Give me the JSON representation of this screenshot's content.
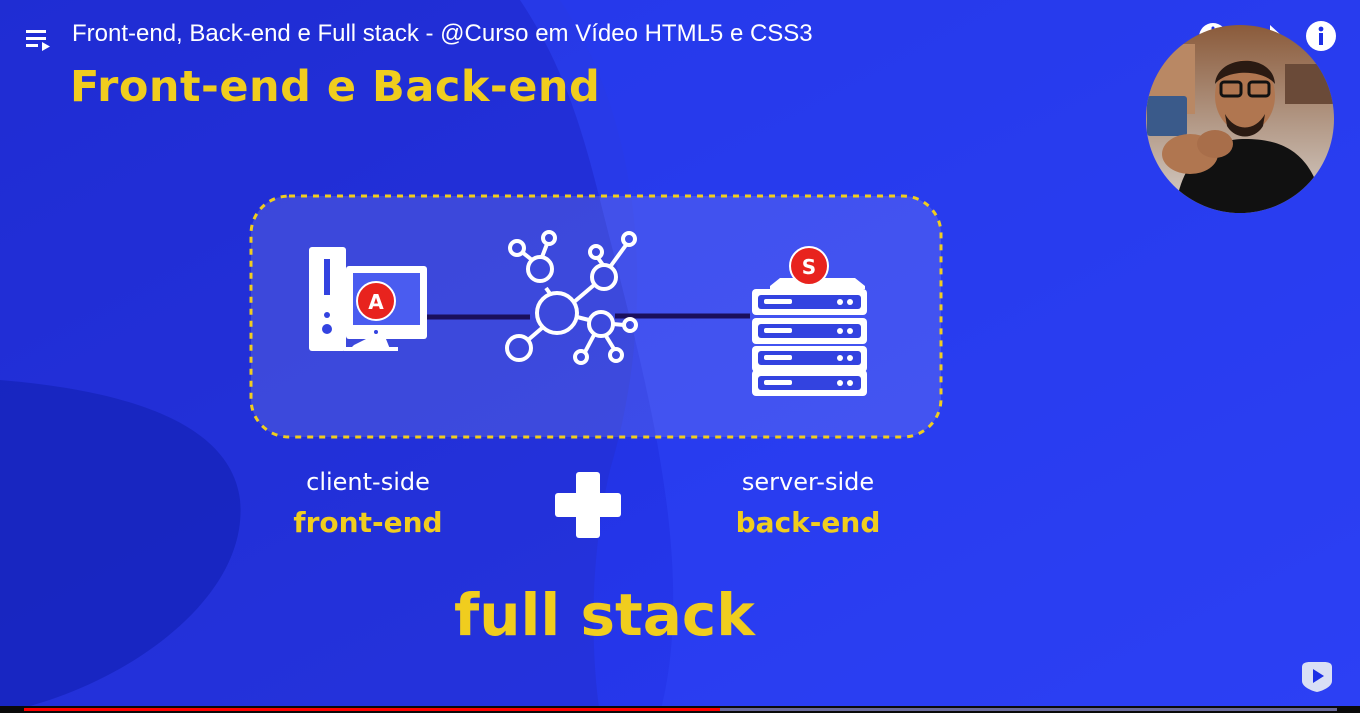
{
  "player": {
    "video_title": "Front-end, Back-end e Full stack - @Curso em Vídeo HTML5 e CSS3",
    "icons": {
      "playlist": "playlist-icon",
      "watch_later": "clock-icon",
      "share": "share-icon",
      "info": "info-icon",
      "logo": "youtube-logo-icon"
    },
    "progress_fraction": 0.53
  },
  "slide": {
    "heading": "Front-end e Back-end",
    "client_badge": "A",
    "server_badge": "S",
    "client_label": "client-side",
    "client_role": "front-end",
    "server_label": "server-side",
    "server_role": "back-end",
    "plus_symbol": "+",
    "combined": "full stack"
  },
  "colors": {
    "background": "#1c2fe6",
    "accent_yellow": "#f0cd1e",
    "badge_red": "#e8231e",
    "progress_red": "#ff0000"
  }
}
